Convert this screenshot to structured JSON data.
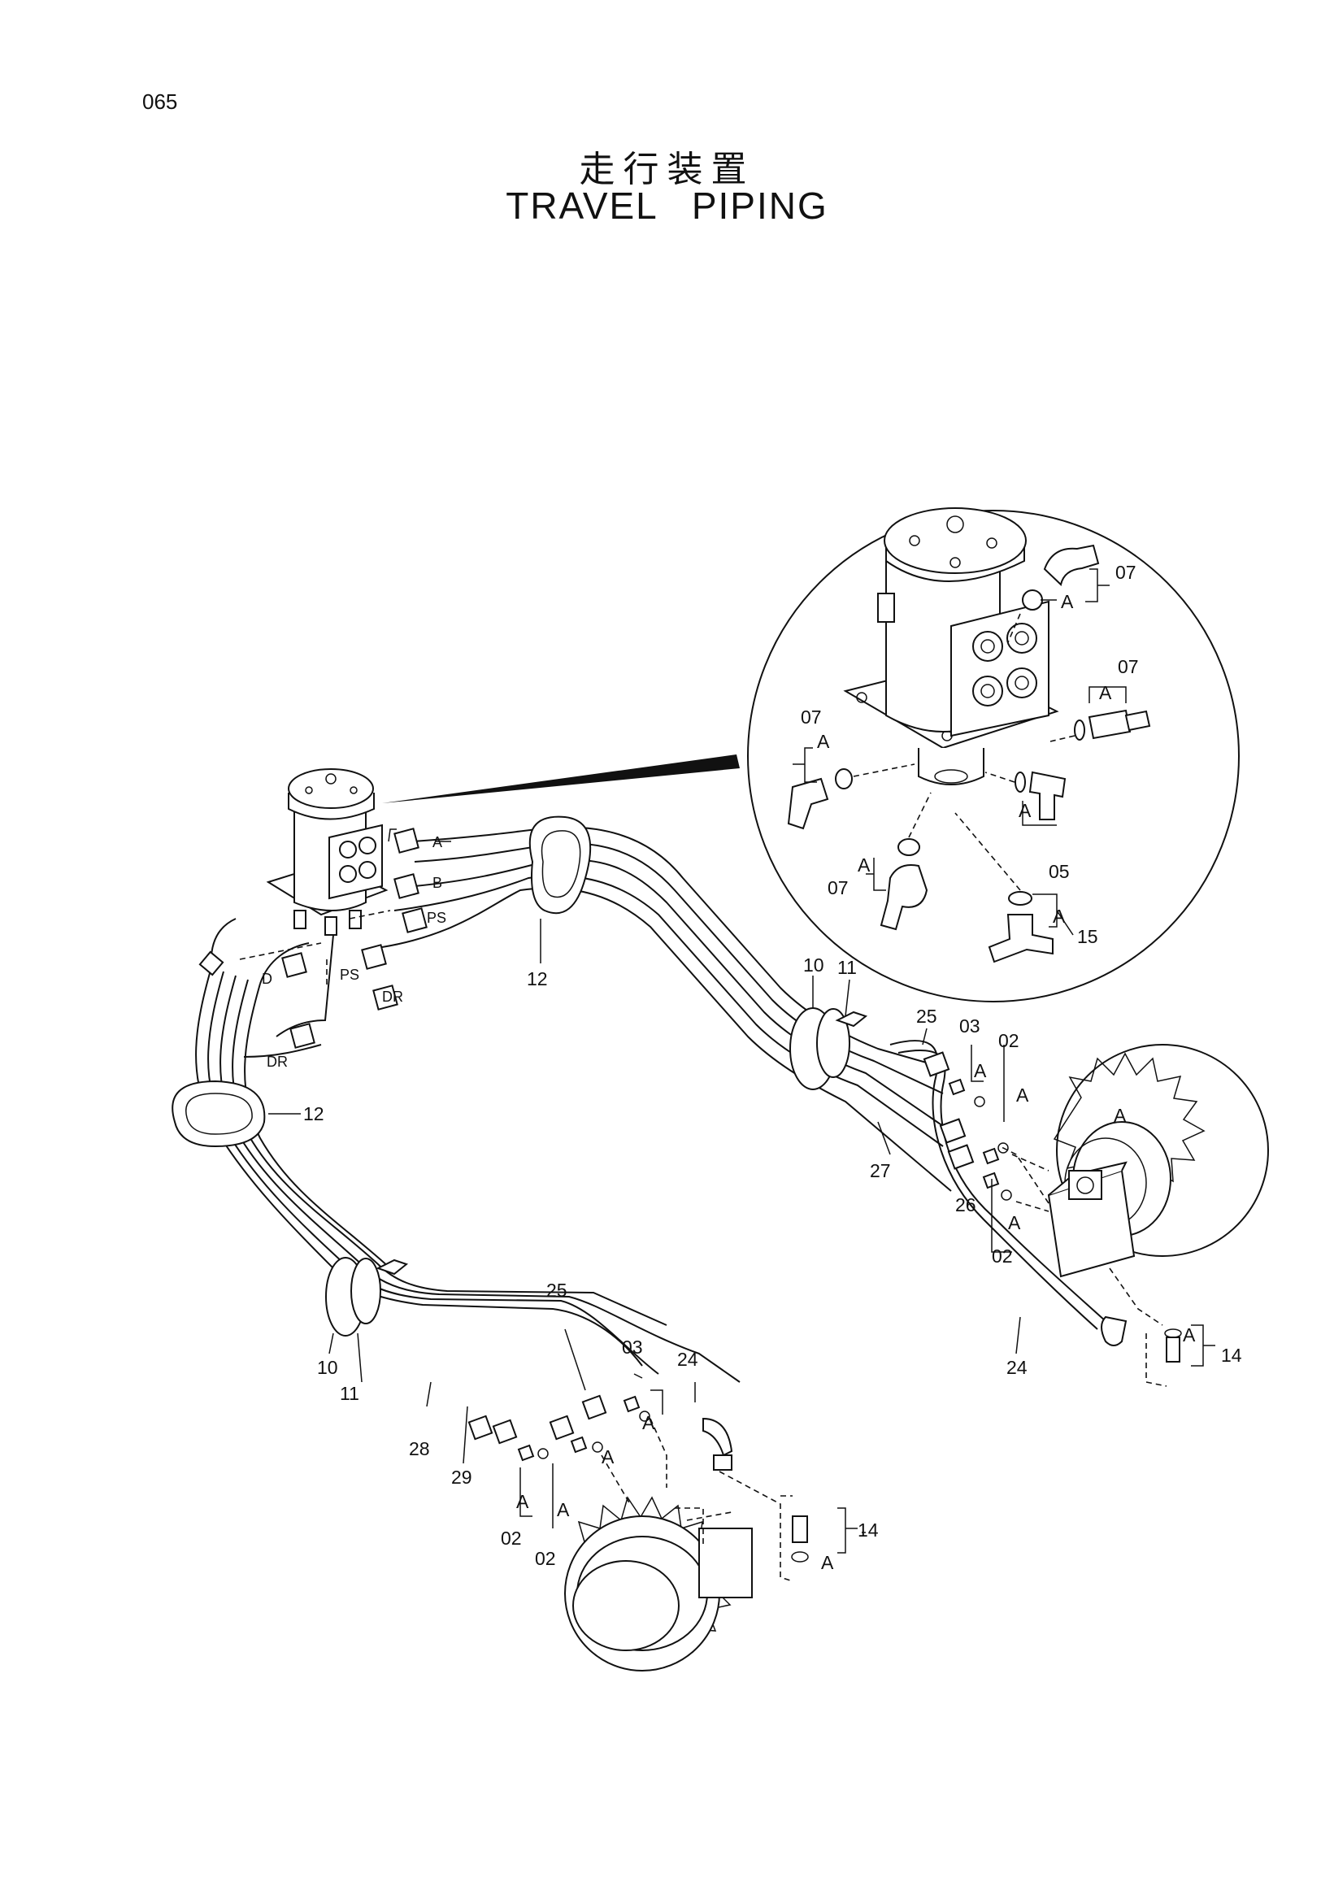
{
  "page": {
    "number": "065",
    "title_cn": "走行装置",
    "title_en": "TRAVEL PIPING"
  },
  "parts_main": [
    {
      "id": "p12a",
      "text": "12"
    },
    {
      "id": "p12b",
      "text": "12"
    },
    {
      "id": "p10a",
      "text": "10"
    },
    {
      "id": "p11a",
      "text": "11"
    },
    {
      "id": "p10b",
      "text": "10"
    },
    {
      "id": "p11b",
      "text": "11"
    },
    {
      "id": "p25a",
      "text": "25"
    },
    {
      "id": "p03a",
      "text": "03"
    },
    {
      "id": "p02a",
      "text": "02"
    },
    {
      "id": "p27",
      "text": "27"
    },
    {
      "id": "p26",
      "text": "26"
    },
    {
      "id": "p02b",
      "text": "02"
    },
    {
      "id": "p24a",
      "text": "24"
    },
    {
      "id": "p14a",
      "text": "14"
    },
    {
      "id": "p25b",
      "text": "25"
    },
    {
      "id": "p03b",
      "text": "03"
    },
    {
      "id": "p24b",
      "text": "24"
    },
    {
      "id": "p28",
      "text": "28"
    },
    {
      "id": "p29",
      "text": "29"
    },
    {
      "id": "p02c",
      "text": "02"
    },
    {
      "id": "p02d",
      "text": "02"
    },
    {
      "id": "p14b",
      "text": "14"
    }
  ],
  "parts_detail": [
    {
      "id": "d07a",
      "text": "07"
    },
    {
      "id": "d07b",
      "text": "07"
    },
    {
      "id": "d07c",
      "text": "07"
    },
    {
      "id": "d07d",
      "text": "07"
    },
    {
      "id": "d05",
      "text": "05"
    },
    {
      "id": "d15",
      "text": "15"
    }
  ],
  "port_labels": [
    {
      "id": "portA",
      "text": "A"
    },
    {
      "id": "portB",
      "text": "B"
    },
    {
      "id": "portPS1",
      "text": "PS"
    },
    {
      "id": "portPS2",
      "text": "PS"
    },
    {
      "id": "portD",
      "text": "D"
    },
    {
      "id": "portDR1",
      "text": "DR"
    },
    {
      "id": "portDR2",
      "text": "DR"
    }
  ],
  "callout_a_labels": [
    {
      "id": "a1",
      "text": "A"
    },
    {
      "id": "a2",
      "text": "A"
    },
    {
      "id": "a3",
      "text": "A"
    },
    {
      "id": "a4",
      "text": "A"
    },
    {
      "id": "a5",
      "text": "A"
    },
    {
      "id": "a6",
      "text": "A"
    },
    {
      "id": "a7",
      "text": "A"
    },
    {
      "id": "a8",
      "text": "A"
    },
    {
      "id": "a9",
      "text": "A"
    },
    {
      "id": "a10",
      "text": "A"
    },
    {
      "id": "a11",
      "text": "A"
    },
    {
      "id": "a12",
      "text": "A"
    },
    {
      "id": "a13",
      "text": "A"
    },
    {
      "id": "a14",
      "text": "A"
    },
    {
      "id": "a15",
      "text": "A"
    },
    {
      "id": "a16",
      "text": "A"
    }
  ]
}
